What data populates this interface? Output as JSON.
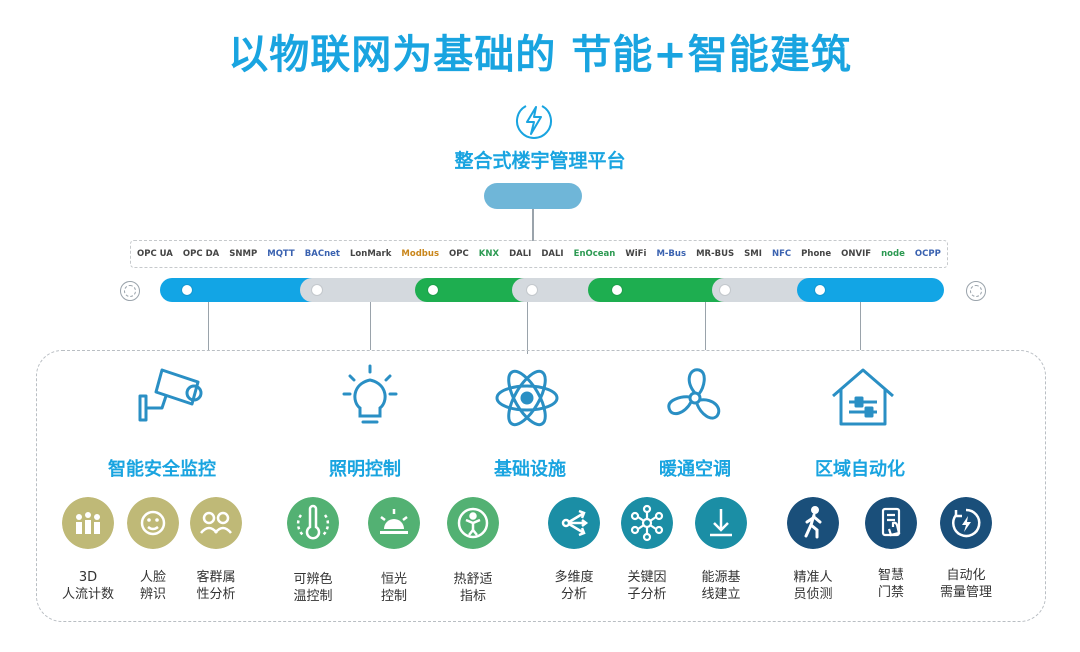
{
  "title": "以物联网为基础的 节能+智能建筑",
  "platform": {
    "label": "整合式楼宇管理平台",
    "icon": "lightning-circle-icon"
  },
  "protocols": [
    "OPC UA",
    "OPC DA",
    "SNMP",
    "MQTT",
    "BACnet",
    "LonMark",
    "Modbus",
    "OPC",
    "KNX",
    "DALI",
    "DALI",
    "EnOcean",
    "WiFi",
    "M-Bus",
    "MR-BUS",
    "SMI",
    "NFC",
    "Phone",
    "ONVIF",
    "node",
    "OCPP"
  ],
  "bus_colors": {
    "blue": "#12a5e5",
    "gray": "#d4d9de",
    "green": "#1eae50"
  },
  "categories": [
    {
      "label": "智能安全监控",
      "icon": "security-camera-icon"
    },
    {
      "label": "照明控制",
      "icon": "light-bulb-icon"
    },
    {
      "label": "基础设施",
      "icon": "atom-icon"
    },
    {
      "label": "暖通空调",
      "icon": "fan-icon"
    },
    {
      "label": "区域自动化",
      "icon": "home-sliders-icon"
    }
  ],
  "features": [
    {
      "line1": "3D",
      "line2": "人流计数",
      "icon": "crowd-icon",
      "color": "#bfb977"
    },
    {
      "line1": "人脸",
      "line2": "辨识",
      "icon": "face-icon",
      "color": "#bfb977"
    },
    {
      "line1": "客群属",
      "line2": "性分析",
      "icon": "group-icon",
      "color": "#bfb977"
    },
    {
      "line1": "可辨色",
      "line2": "温控制",
      "icon": "thermometer-icon",
      "color": "#53b173"
    },
    {
      "line1": "恒光",
      "line2": "控制",
      "icon": "sunrise-icon",
      "color": "#53b173"
    },
    {
      "line1": "热舒适",
      "line2": "指标",
      "icon": "comfort-person-icon",
      "color": "#53b173"
    },
    {
      "line1": "多维度",
      "line2": "分析",
      "icon": "arrows-out-icon",
      "color": "#1b8ea5"
    },
    {
      "line1": "关键因",
      "line2": "子分析",
      "icon": "network-icon",
      "color": "#1b8ea5"
    },
    {
      "line1": "能源基",
      "line2": "线建立",
      "icon": "download-baseline-icon",
      "color": "#1b8ea5"
    },
    {
      "line1": "精准人",
      "line2": "员侦测",
      "icon": "walking-person-icon",
      "color": "#1a4f7a"
    },
    {
      "line1": "智慧",
      "line2": "门禁",
      "icon": "access-card-icon",
      "color": "#1a4f7a"
    },
    {
      "line1": "自动化",
      "line2": "需量管理",
      "icon": "power-cycle-icon",
      "color": "#1a4f7a"
    }
  ]
}
